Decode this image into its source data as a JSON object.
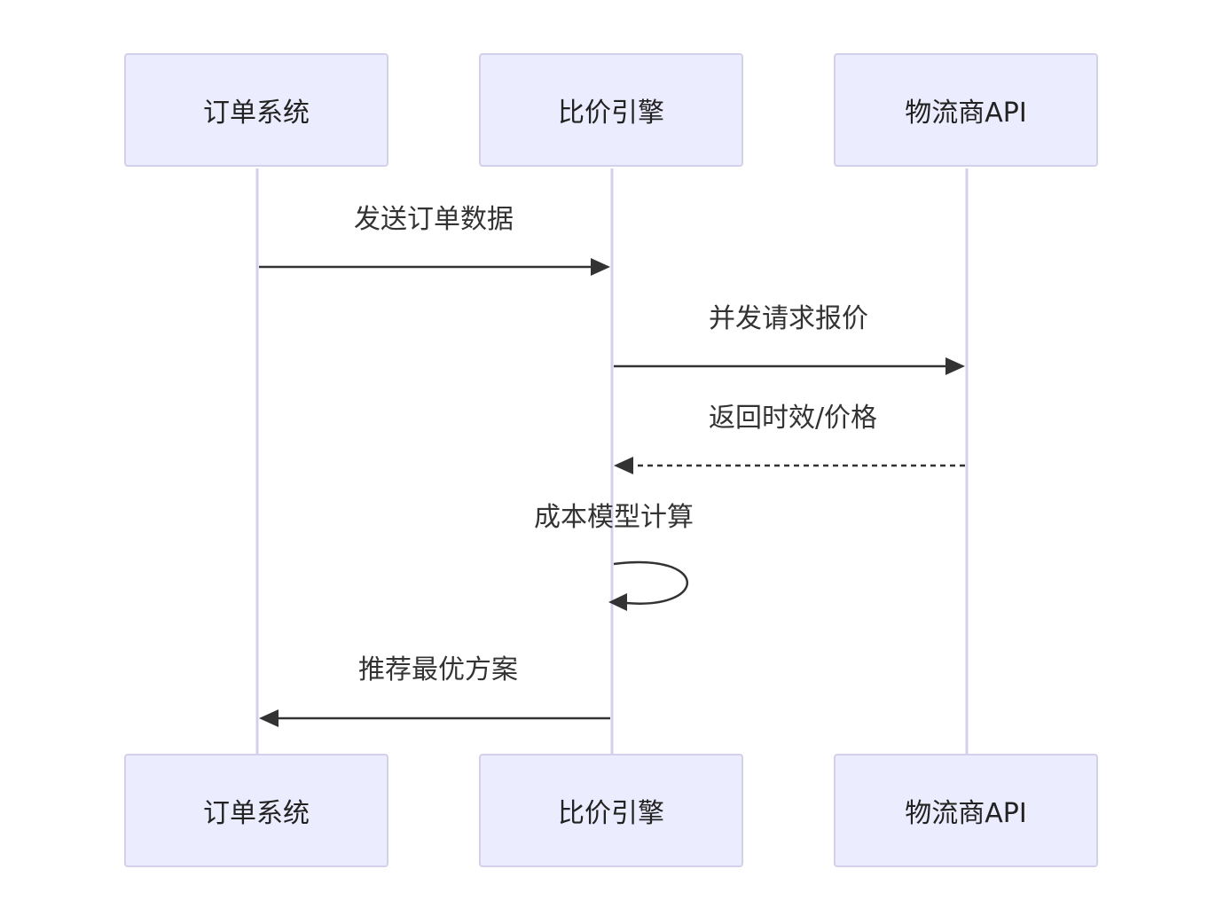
{
  "participants": [
    {
      "id": "order",
      "label": "订单系统"
    },
    {
      "id": "engine",
      "label": "比价引擎"
    },
    {
      "id": "logistics",
      "label": "物流商API"
    }
  ],
  "messages": [
    {
      "from": "order",
      "to": "engine",
      "label": "发送订单数据",
      "style": "solid"
    },
    {
      "from": "engine",
      "to": "logistics",
      "label": "并发请求报价",
      "style": "solid"
    },
    {
      "from": "logistics",
      "to": "engine",
      "label": "返回时效/价格",
      "style": "dashed"
    },
    {
      "from": "engine",
      "to": "engine",
      "label": "成本模型计算",
      "style": "solid"
    },
    {
      "from": "engine",
      "to": "order",
      "label": "推荐最优方案",
      "style": "solid"
    }
  ],
  "colors": {
    "box_fill": "#ececff",
    "box_border": "#d4d0ec",
    "lifeline": "#d4d0ec",
    "arrow": "#333333",
    "text": "#222222"
  }
}
